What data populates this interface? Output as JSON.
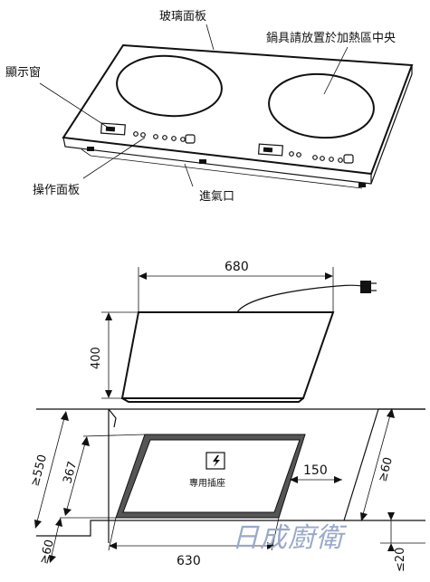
{
  "labels": {
    "glass_panel": "玻璃面板",
    "place_cookware": "鍋具請放置於加熱區中央",
    "display_window": "顯示窗",
    "control_panel": "操作面板",
    "air_inlet": "進氣口"
  },
  "dimensions": {
    "width_top": "680",
    "depth_top": "400",
    "cutout_depth_outer": "≥550",
    "cutout_depth_inner": "367",
    "side_gap": "150",
    "right_margin": "≥60",
    "front_margin": "≥60",
    "cutout_width": "630",
    "bottom_gap": "≤20"
  },
  "socket_label": "專用插座",
  "watermark": "日成廚衛"
}
